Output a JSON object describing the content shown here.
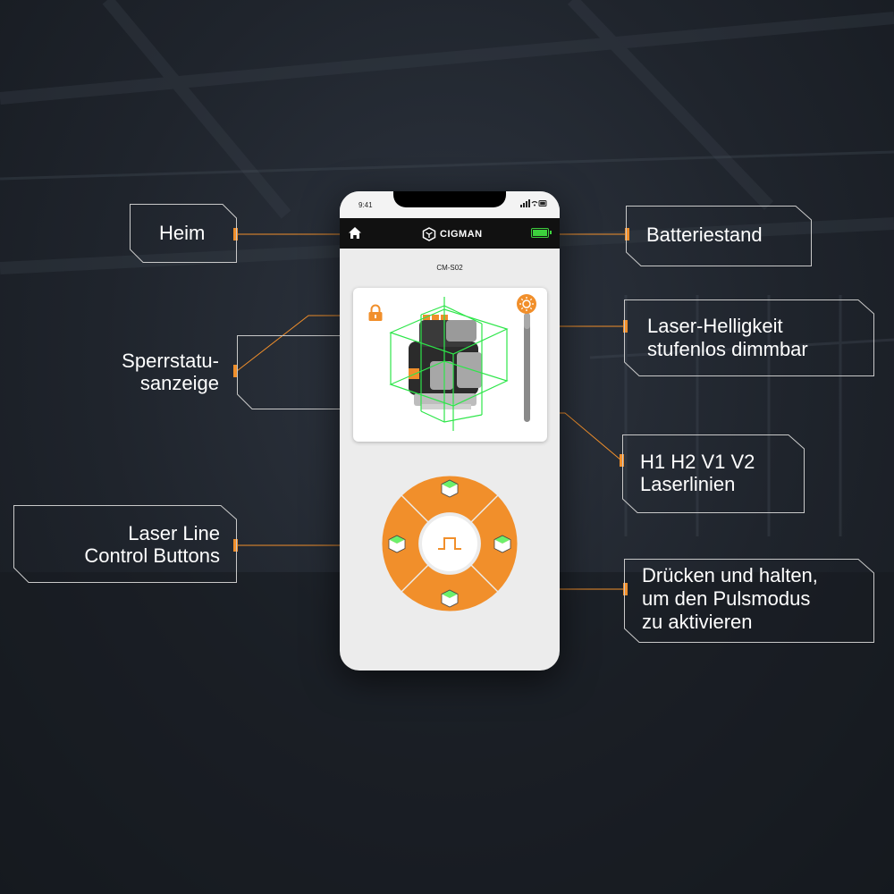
{
  "phone": {
    "status_time": "9:41",
    "brand": "CIGMAN",
    "model": "CM-S02",
    "battery_level": 1.0,
    "brightness_level": 0.15,
    "icons": {
      "home": "home-icon",
      "battery": "battery-icon",
      "lock": "lock-icon",
      "brightness": "sun-icon",
      "pulse": "pulse-icon",
      "laser_buttons": [
        "cube-top-icon",
        "cube-left-icon",
        "cube-right-icon",
        "cube-bottom-icon"
      ]
    }
  },
  "callouts": {
    "home": "Heim",
    "battery": "Batteriestand",
    "lock_line1": "Sperrstatu-",
    "lock_line2": "sanzeige",
    "brightness_line1": "Laser-Helligkeit",
    "brightness_line2": "stufenlos dimmbar",
    "lines_line1": "H1 H2 V1 V2",
    "lines_line2": "Laserlinien",
    "control_line1": "Laser Line",
    "control_line2": "Control Buttons",
    "pulse_line1": "Drücken und halten,",
    "pulse_line2": "um den Pulsmodus",
    "pulse_line3": "zu aktivieren"
  },
  "colors": {
    "accent": "#f18f2b",
    "laser_green": "#2ee64a",
    "header": "#111111",
    "battery": "#3dd13d"
  }
}
